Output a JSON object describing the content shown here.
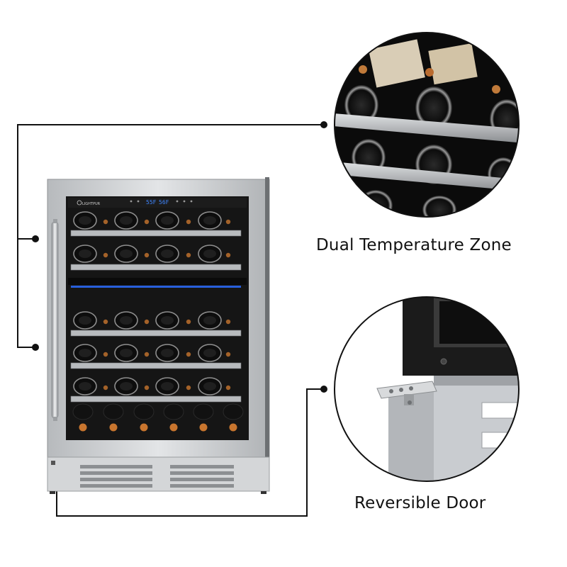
{
  "features": {
    "dual_zone_label": "Dual Temperature Zone",
    "reversible_door_label": "Reversible Door"
  },
  "display": {
    "brand_logo_text": "LIGHTPUR",
    "temp_left": "55F",
    "temp_right": "56F"
  },
  "colors": {
    "accent_blue": "#2a6cff",
    "steel": "#c9ccd0",
    "glass": "#151515",
    "cork": "#c8752e"
  }
}
